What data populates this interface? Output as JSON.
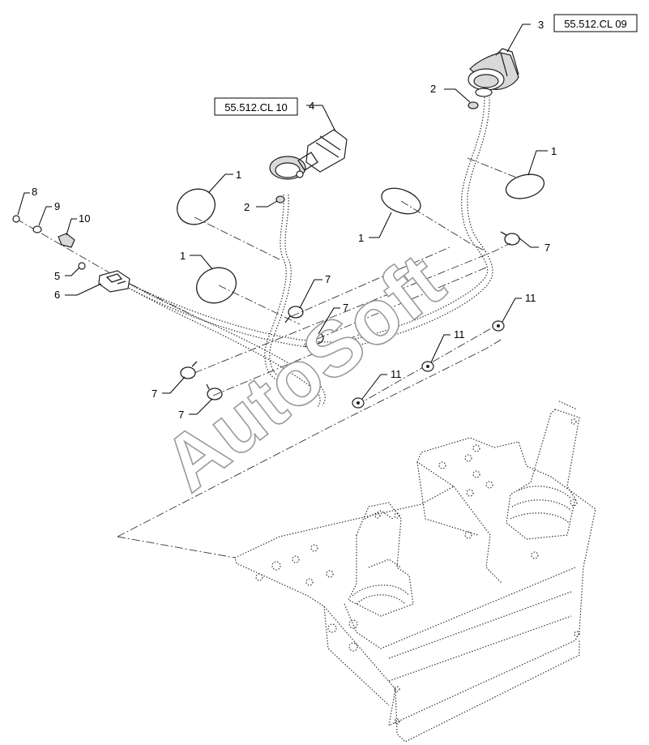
{
  "references": {
    "ref_top": "55.512.CL 09",
    "ref_mid": "55.512.CL 10"
  },
  "watermark": "AutoSoft",
  "callouts": {
    "c1a": "1",
    "c1b": "1",
    "c1c": "1",
    "c1d": "1",
    "c2a": "2",
    "c2b": "2",
    "c3": "3",
    "c4": "4",
    "c5": "5",
    "c6": "6",
    "c7a": "7",
    "c7b": "7",
    "c7c": "7",
    "c7d": "7",
    "c7e": "7",
    "c8": "8",
    "c9": "9",
    "c10": "10",
    "c11a": "11",
    "c11b": "11",
    "c11c": "11"
  },
  "icons": {
    "joystick": "joystick-icon",
    "grommet": "grommet-icon",
    "clamp": "hose-clamp-icon",
    "bolt": "bolt-icon",
    "connector": "connector-icon",
    "seal": "seal-ring-icon"
  }
}
